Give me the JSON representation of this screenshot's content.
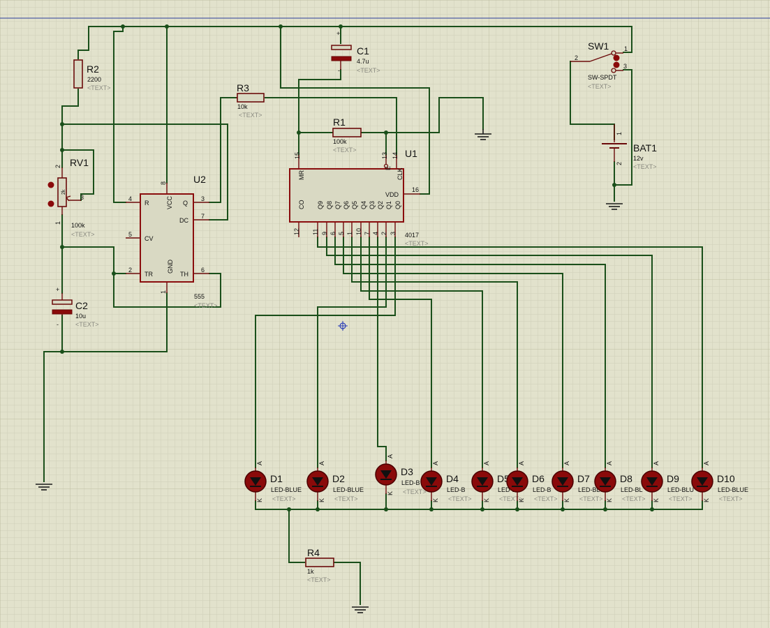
{
  "components": {
    "R2": {
      "ref": "R2",
      "value": "2200",
      "text": "<TEXT>"
    },
    "RV1": {
      "ref": "RV1",
      "value": "100k",
      "text": "<TEXT>",
      "pin1": "1",
      "pin2": "2",
      "pin3": "3",
      "body_label": "2k"
    },
    "C2": {
      "ref": "C2",
      "value": "10u",
      "text": "<TEXT>"
    },
    "R3": {
      "ref": "R3",
      "value": "10k",
      "text": "<TEXT>"
    },
    "C1": {
      "ref": "C1",
      "value": "4.7u",
      "text": "<TEXT>"
    },
    "R1": {
      "ref": "R1",
      "value": "100k",
      "text": "<TEXT>"
    },
    "U2": {
      "ref": "U2",
      "value": "555",
      "text": "<TEXT>",
      "pins": {
        "R": "R",
        "VCC": "VCC",
        "Q": "Q",
        "DC": "DC",
        "CV": "CV",
        "TR": "TR",
        "GND": "GND",
        "TH": "TH"
      },
      "nums": {
        "n4": "4",
        "n8": "8",
        "n3": "3",
        "n7": "7",
        "n5": "5",
        "n2": "2",
        "n1": "1",
        "n6": "6"
      }
    },
    "U1": {
      "ref": "U1",
      "value": "4017",
      "text": "<TEXT>",
      "pins": {
        "MR": "MR",
        "E": "E",
        "CLK": "CLK",
        "VDD": "VDD",
        "CO": "CO",
        "Q9": "Q9",
        "Q8": "Q8",
        "Q7": "Q7",
        "Q6": "Q6",
        "Q5": "Q5",
        "Q4": "Q4",
        "Q3": "Q3",
        "Q2": "Q2",
        "Q1": "Q1",
        "Q0": "Q0"
      },
      "nums": {
        "n15": "15",
        "n13": "13",
        "n14": "14",
        "n16": "16",
        "n12": "12",
        "n11": "11",
        "n9": "9",
        "n6": "6",
        "n5": "5",
        "n1": "1",
        "n10": "10",
        "n7": "7",
        "n4": "4",
        "n2": "2",
        "n3": "3"
      }
    },
    "SW1": {
      "ref": "SW1",
      "value": "SW-SPDT",
      "text": "<TEXT>",
      "pin1": "1",
      "pin2": "2",
      "pin3": "3"
    },
    "BAT1": {
      "ref": "BAT1",
      "value": "12v",
      "text": "<TEXT>",
      "pin1": "1",
      "pin2": "2"
    },
    "R4": {
      "ref": "R4",
      "value": "1k",
      "text": "<TEXT>"
    }
  },
  "leds": [
    {
      "ref": "D1",
      "value": "LED-BLUE",
      "text": "<TEXT>"
    },
    {
      "ref": "D2",
      "value": "LED-BLUE",
      "text": "<TEXT>"
    },
    {
      "ref": "D3",
      "value": "LED-B",
      "text": "<TEXT>"
    },
    {
      "ref": "D4",
      "value": "LED-B",
      "text": "<TEXT>"
    },
    {
      "ref": "D5",
      "value": "LED-BL",
      "text": "<TEXT>"
    },
    {
      "ref": "D6",
      "value": "LED-B",
      "text": "<TEXT>"
    },
    {
      "ref": "D7",
      "value": "LED-BLUE",
      "text": "<TEXT>"
    },
    {
      "ref": "D8",
      "value": "LED-BL",
      "text": "<TEXT>"
    },
    {
      "ref": "D9",
      "value": "LED-BLU",
      "text": "<TEXT>"
    },
    {
      "ref": "D10",
      "value": "LED-BLUE",
      "text": "<TEXT>"
    }
  ],
  "led_pin_labels": {
    "anode": "A",
    "cathode": "K"
  },
  "polarity": {
    "plus": "+",
    "minus": "-"
  },
  "colors": {
    "background": "#e2e2cc",
    "grid": "#c9c9b0",
    "grid_major": "#bebea2",
    "wire": "#1a4f1a",
    "component": "#8a0d0d",
    "top_line": "#2c3d9a",
    "cursor": "#2a3db8"
  }
}
